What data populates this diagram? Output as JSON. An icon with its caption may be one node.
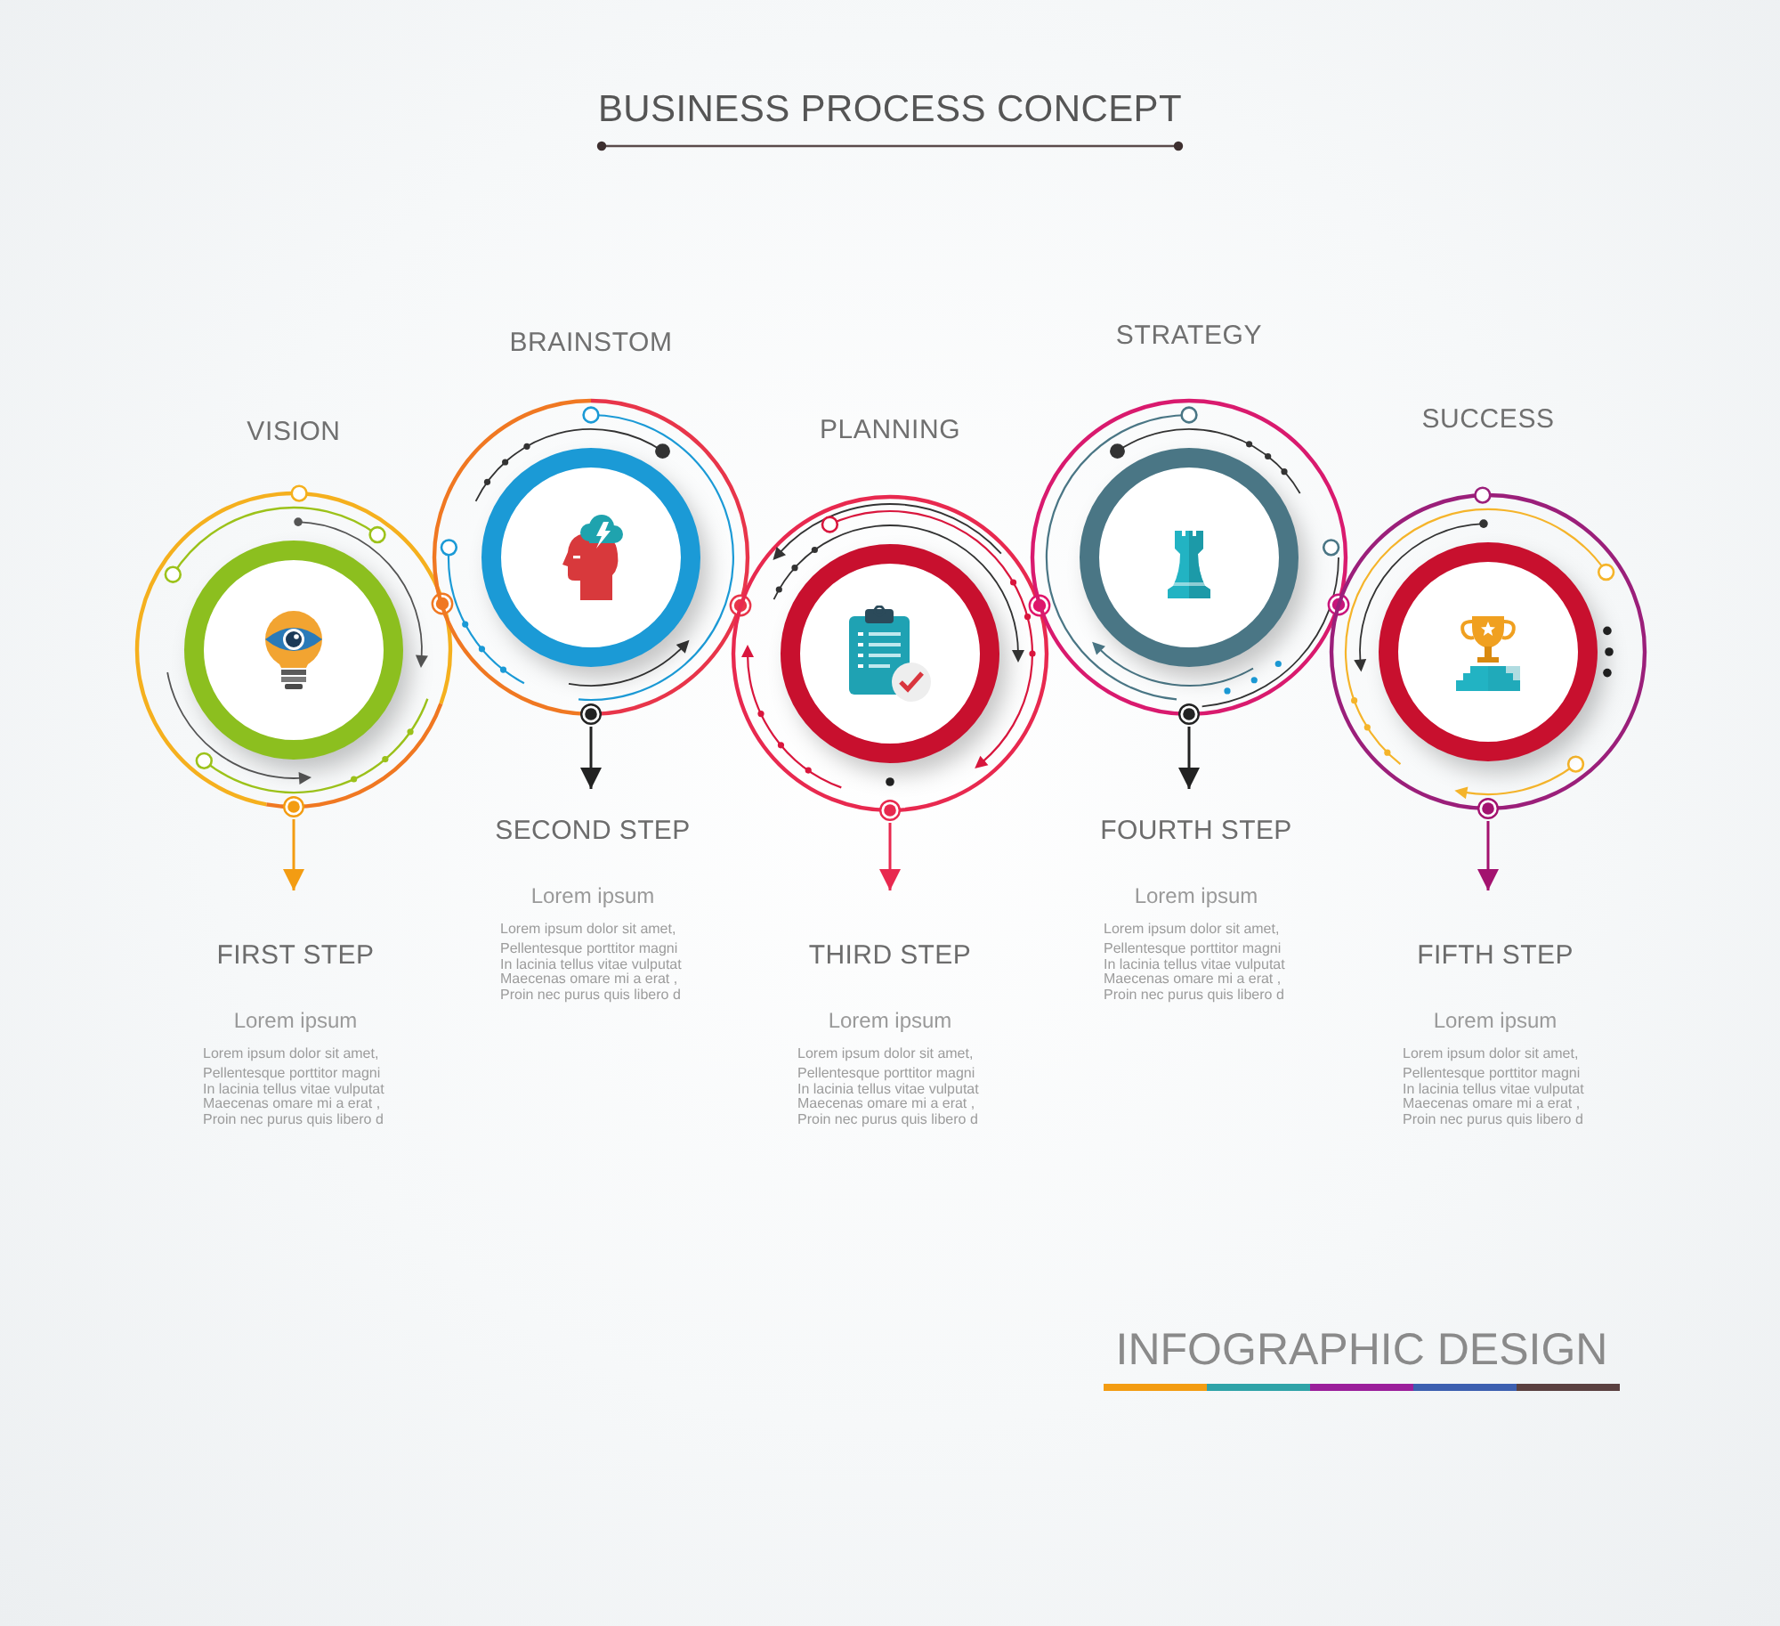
{
  "diagram": {
    "title": "BUSINESS PROCESS CONCEPT",
    "caption": "INFOGRAPHIC DESIGN",
    "nodes": [
      {
        "text": [
          "VISION"
        ]
      },
      {
        "text": [
          "FIRST STEP",
          "Lorem ipsum",
          "Lorem ipsum dolor sit amet,",
          "Pellentesque porttitor magni In lacinia tellus vitae vulputat Maecenas omare mi a erat , Proin nec purus quis libero d"
        ]
      },
      {
        "text": [
          "BRAINSTOM"
        ]
      },
      {
        "text": [
          "SECOND STEP",
          "Lorem ipsum",
          "Lorem ipsum dolor sit amet,",
          "Pellentesque porttitor magni In lacinia tellus vitae vulputat Maecenas omare mi a erat , Proin nec purus quis libero d"
        ]
      },
      {
        "text": [
          "PLANNING"
        ]
      },
      {
        "text": [
          "THIRD STEP",
          "Lorem ipsum",
          "Lorem ipsum dolor sit amet,",
          "Pellentesque porttitor magni In lacinia tellus vitae vulputat Maecenas omare mi a erat , Proin nec purus quis libero d"
        ]
      },
      {
        "text": [
          "STRATEGY"
        ]
      },
      {
        "text": [
          "FOURTH STEP",
          "Lorem ipsum",
          "Lorem ipsum dolor sit amet,",
          "Pellentesque porttitor magni In lacinia tellus vitae vulputat Maecenas omare mi a erat , Proin nec purus quis libero d"
        ]
      },
      {
        "text": [
          "SUCCESS"
        ]
      },
      {
        "text": [
          "FIFTH STEP",
          "Lorem ipsum",
          "Lorem ipsum dolor sit amet,",
          "Pellentesque porttitor magni In lacinia tellus vitae vulputat Maecenas omare mi a erat , Proin nec purus quis libero d"
        ]
      }
    ],
    "edges": [
      {
        "from": 0,
        "to": 1,
        "arrow": "to",
        "color": "#f39c12"
      },
      {
        "from": 2,
        "to": 3,
        "arrow": "to",
        "color": "#222222"
      },
      {
        "from": 4,
        "to": 5,
        "arrow": "to",
        "color": "#e8294f"
      },
      {
        "from": 6,
        "to": 7,
        "arrow": "to",
        "color": "#222222"
      },
      {
        "from": 8,
        "to": 9,
        "arrow": "to",
        "color": "#a3126f"
      }
    ]
  }
}
